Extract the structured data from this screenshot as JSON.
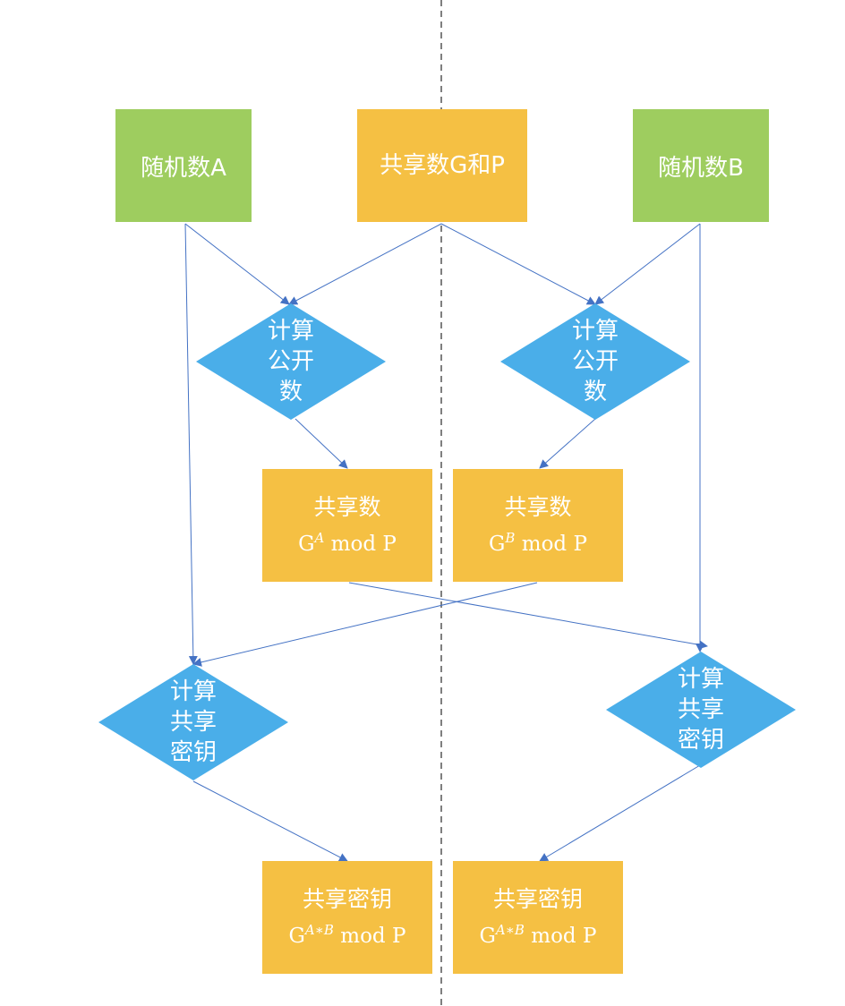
{
  "nodes": {
    "random_a": "随机数A",
    "shared_gp": "共享数G和P",
    "random_b": "随机数B",
    "compute_public_left": [
      "计算",
      "公开",
      "数"
    ],
    "compute_public_right": [
      "计算",
      "公开",
      "数"
    ],
    "shared_num_a": {
      "title": "共享数",
      "base": "G",
      "exp": "A",
      "suffix": " mod P"
    },
    "shared_num_b": {
      "title": "共享数",
      "base": "G",
      "exp": "B",
      "suffix": " mod P"
    },
    "compute_key_left": [
      "计算",
      "共享",
      "密钥"
    ],
    "compute_key_right": [
      "计算",
      "共享",
      "密钥"
    ],
    "shared_key_left": {
      "title": "共享密钥",
      "base": "G",
      "exp": "A∗B",
      "suffix": " mod P"
    },
    "shared_key_right": {
      "title": "共享密钥",
      "base": "G",
      "exp": "A∗B",
      "suffix": " mod P"
    }
  },
  "colors": {
    "random": "#9ecd5f",
    "shared": "#f5c043",
    "compute": "#4aaee9",
    "arrow": "#4472c4",
    "divider": "#555555"
  }
}
